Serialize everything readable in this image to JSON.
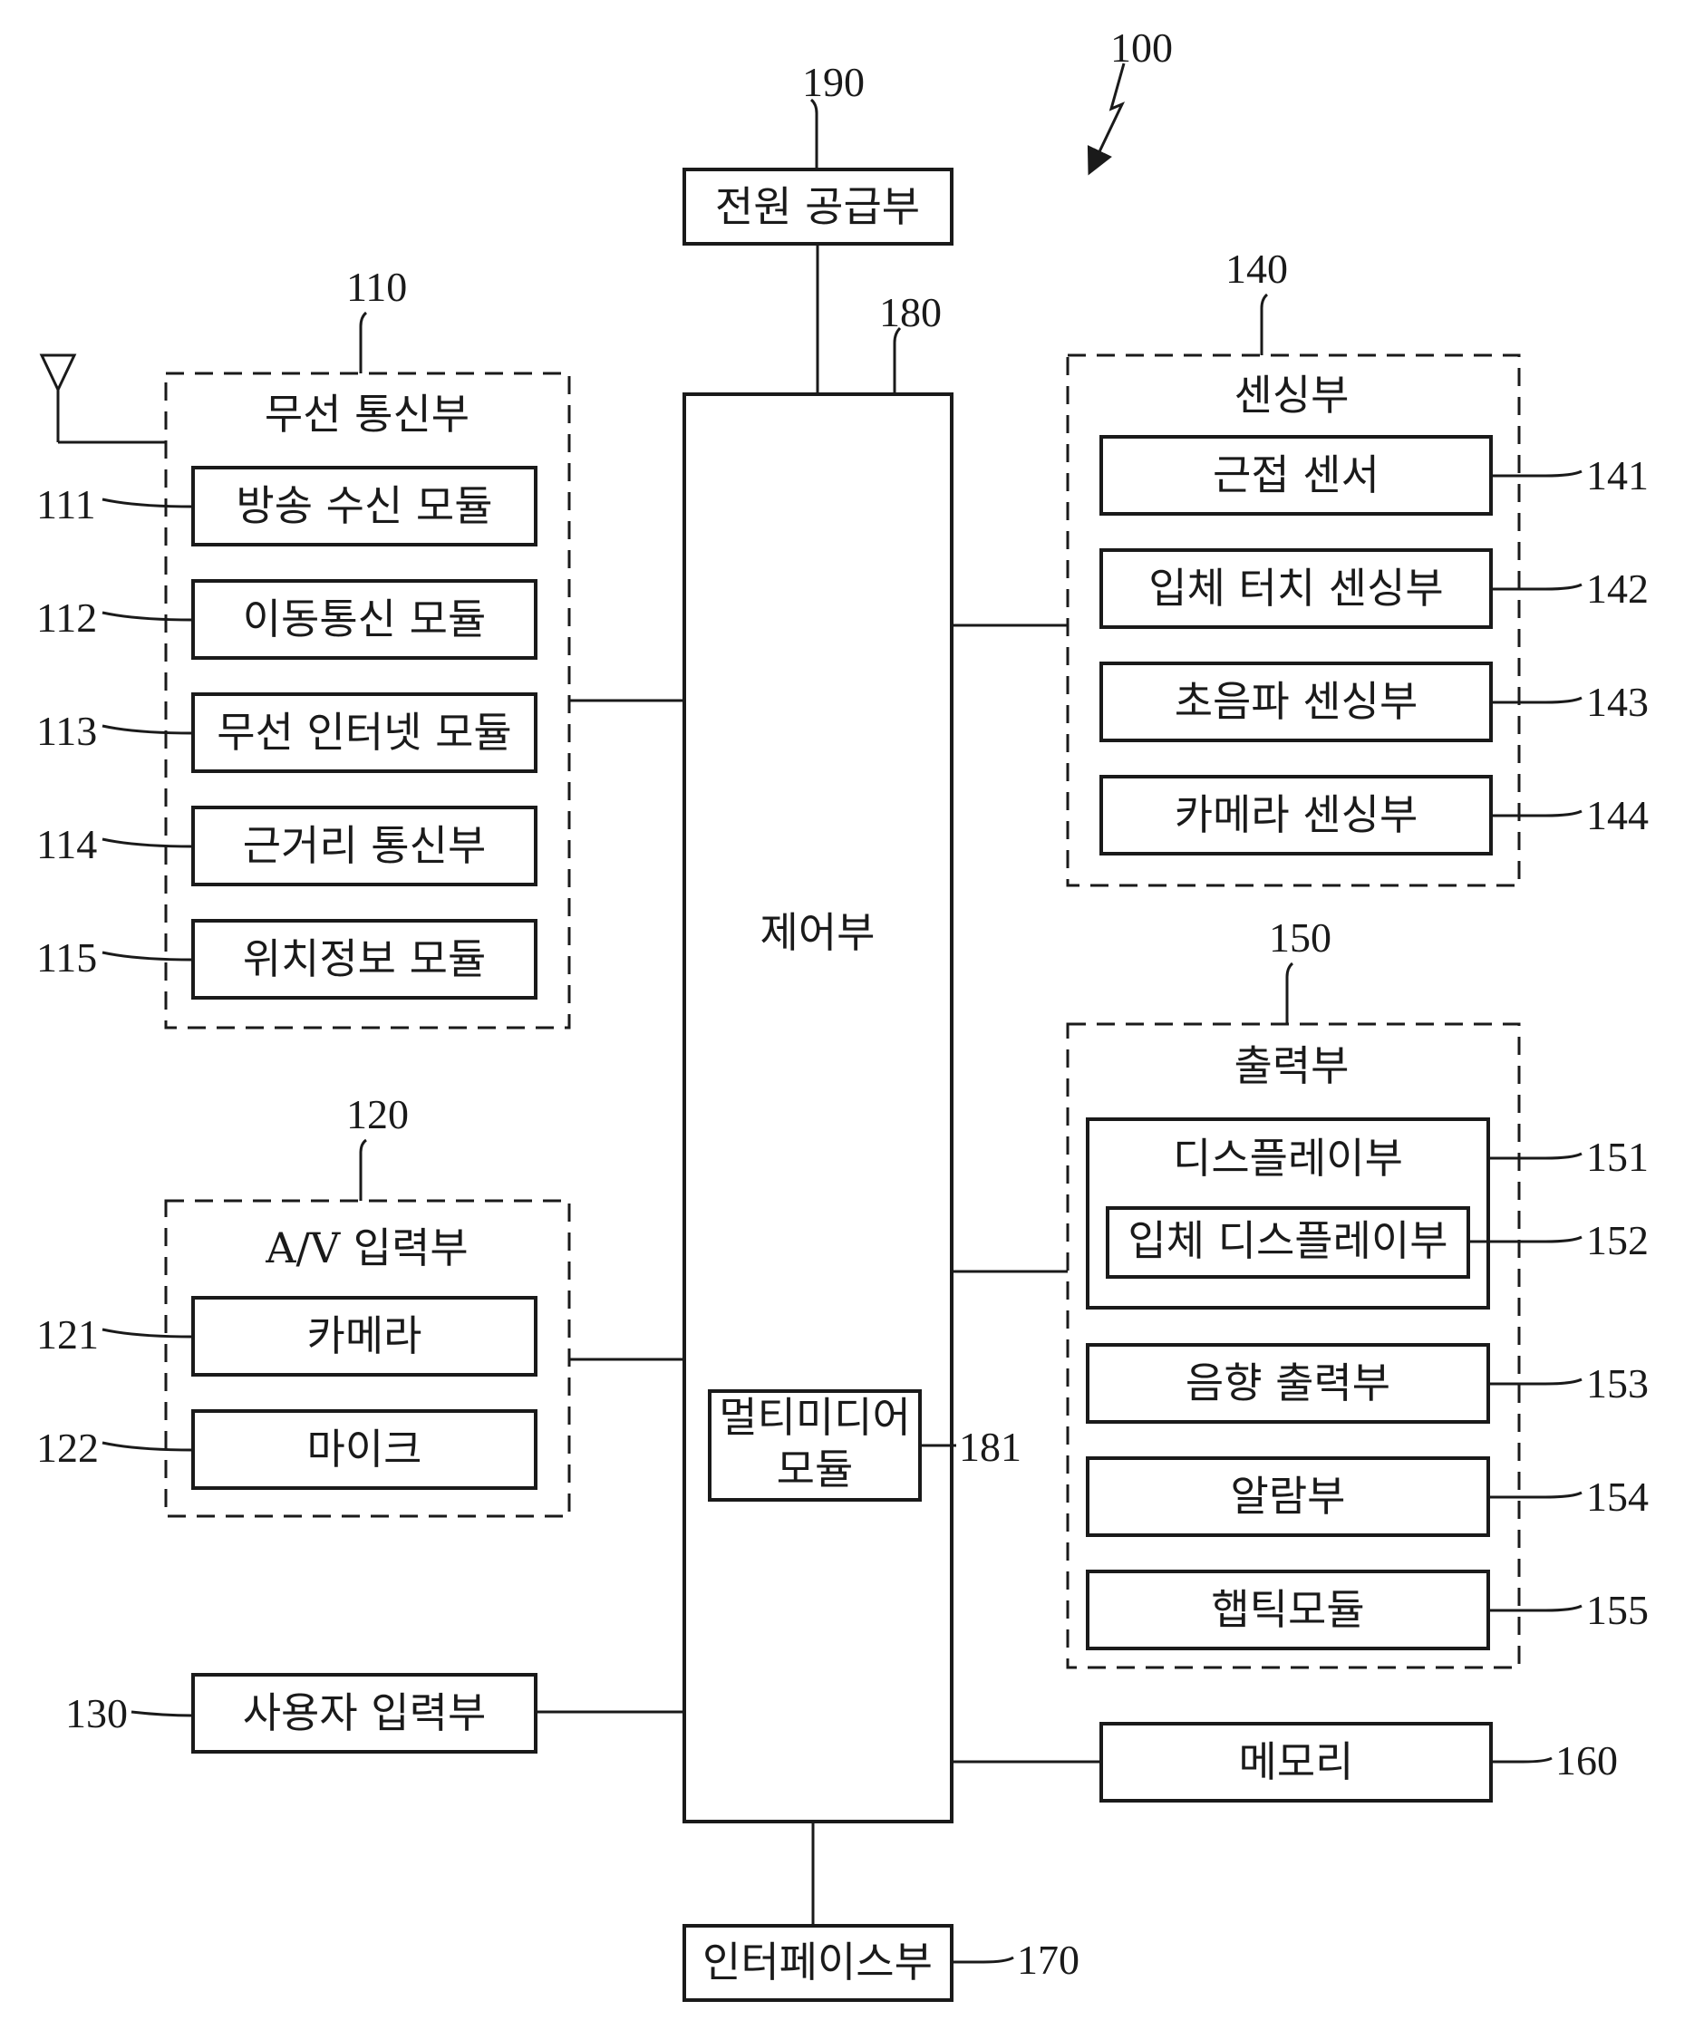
{
  "figure_ref": "100",
  "power": {
    "ref": "190",
    "label": "전원 공급부"
  },
  "controller": {
    "ref": "180",
    "label": "제어부",
    "multimedia": {
      "ref": "181",
      "label_line1": "멀티미디어",
      "label_line2": "모듈"
    }
  },
  "wireless": {
    "ref": "110",
    "title": "무선 통신부",
    "items": [
      {
        "ref": "111",
        "label": "방송 수신 모듈"
      },
      {
        "ref": "112",
        "label": "이동통신 모듈"
      },
      {
        "ref": "113",
        "label": "무선 인터넷 모듈"
      },
      {
        "ref": "114",
        "label": "근거리 통신부"
      },
      {
        "ref": "115",
        "label": "위치정보 모듈"
      }
    ]
  },
  "av_input": {
    "ref": "120",
    "title": "A/V 입력부",
    "items": [
      {
        "ref": "121",
        "label": "카메라"
      },
      {
        "ref": "122",
        "label": "마이크"
      }
    ]
  },
  "user_input": {
    "ref": "130",
    "label": "사용자 입력부"
  },
  "sensing": {
    "ref": "140",
    "title": "센싱부",
    "items": [
      {
        "ref": "141",
        "label": "근접 센서"
      },
      {
        "ref": "142",
        "label": "입체 터치 센싱부"
      },
      {
        "ref": "143",
        "label": "초음파 센싱부"
      },
      {
        "ref": "144",
        "label": "카메라 센싱부"
      }
    ]
  },
  "output": {
    "ref": "150",
    "title": "출력부",
    "display": {
      "ref": "151",
      "label": "디스플레이부"
    },
    "stereo_display": {
      "ref": "152",
      "label": "입체 디스플레이부"
    },
    "items": [
      {
        "ref": "153",
        "label": "음향 출력부"
      },
      {
        "ref": "154",
        "label": "알람부"
      },
      {
        "ref": "155",
        "label": "햅틱모듈"
      }
    ]
  },
  "memory": {
    "ref": "160",
    "label": "메모리"
  },
  "interface": {
    "ref": "170",
    "label": "인터페이스부"
  }
}
